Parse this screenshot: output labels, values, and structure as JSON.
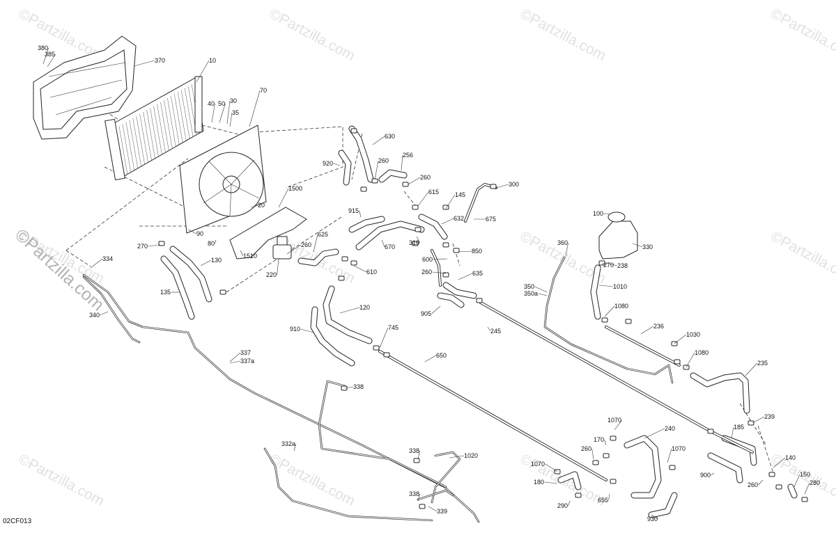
{
  "diagram": {
    "code": "02CF013",
    "watermarks": [
      "©Partzilla.com",
      "©Partzilla.com",
      "©Partzilla.com",
      "©Partzilla.com",
      "©Partzilla.com",
      "©Partzilla.com",
      "©Partzilla.com",
      "©Partzilla.com",
      "©Partzilla.com",
      "©Partzilla.com",
      "©Partzilla.com",
      "©Partzilla.com"
    ],
    "watermark_main": "©Partzilla.com",
    "callouts": [
      "380",
      "385",
      "370",
      "10",
      "40",
      "50",
      "30",
      "35",
      "70",
      "270",
      "630",
      "920",
      "260",
      "256",
      "260",
      "615",
      "145",
      "300",
      "1500",
      "20",
      "915",
      "632",
      "675",
      "100",
      "90",
      "80",
      "1510",
      "260",
      "625",
      "670",
      "310",
      "850",
      "360",
      "330",
      "270",
      "334",
      "130",
      "220",
      "610",
      "600",
      "260",
      "635",
      "238",
      "135",
      "120",
      "905",
      "350",
      "350a",
      "1010",
      "1080",
      "236",
      "340",
      "910",
      "745",
      "245",
      "1030",
      "1080",
      "650",
      "235",
      "337",
      "337a",
      "338",
      "239",
      "185",
      "1070",
      "240",
      "170",
      "260",
      "1070",
      "140",
      "338",
      "1020",
      "1070",
      "332a",
      "900",
      "150",
      "180",
      "260",
      "280",
      "338",
      "290",
      "655",
      "339",
      "930"
    ]
  }
}
